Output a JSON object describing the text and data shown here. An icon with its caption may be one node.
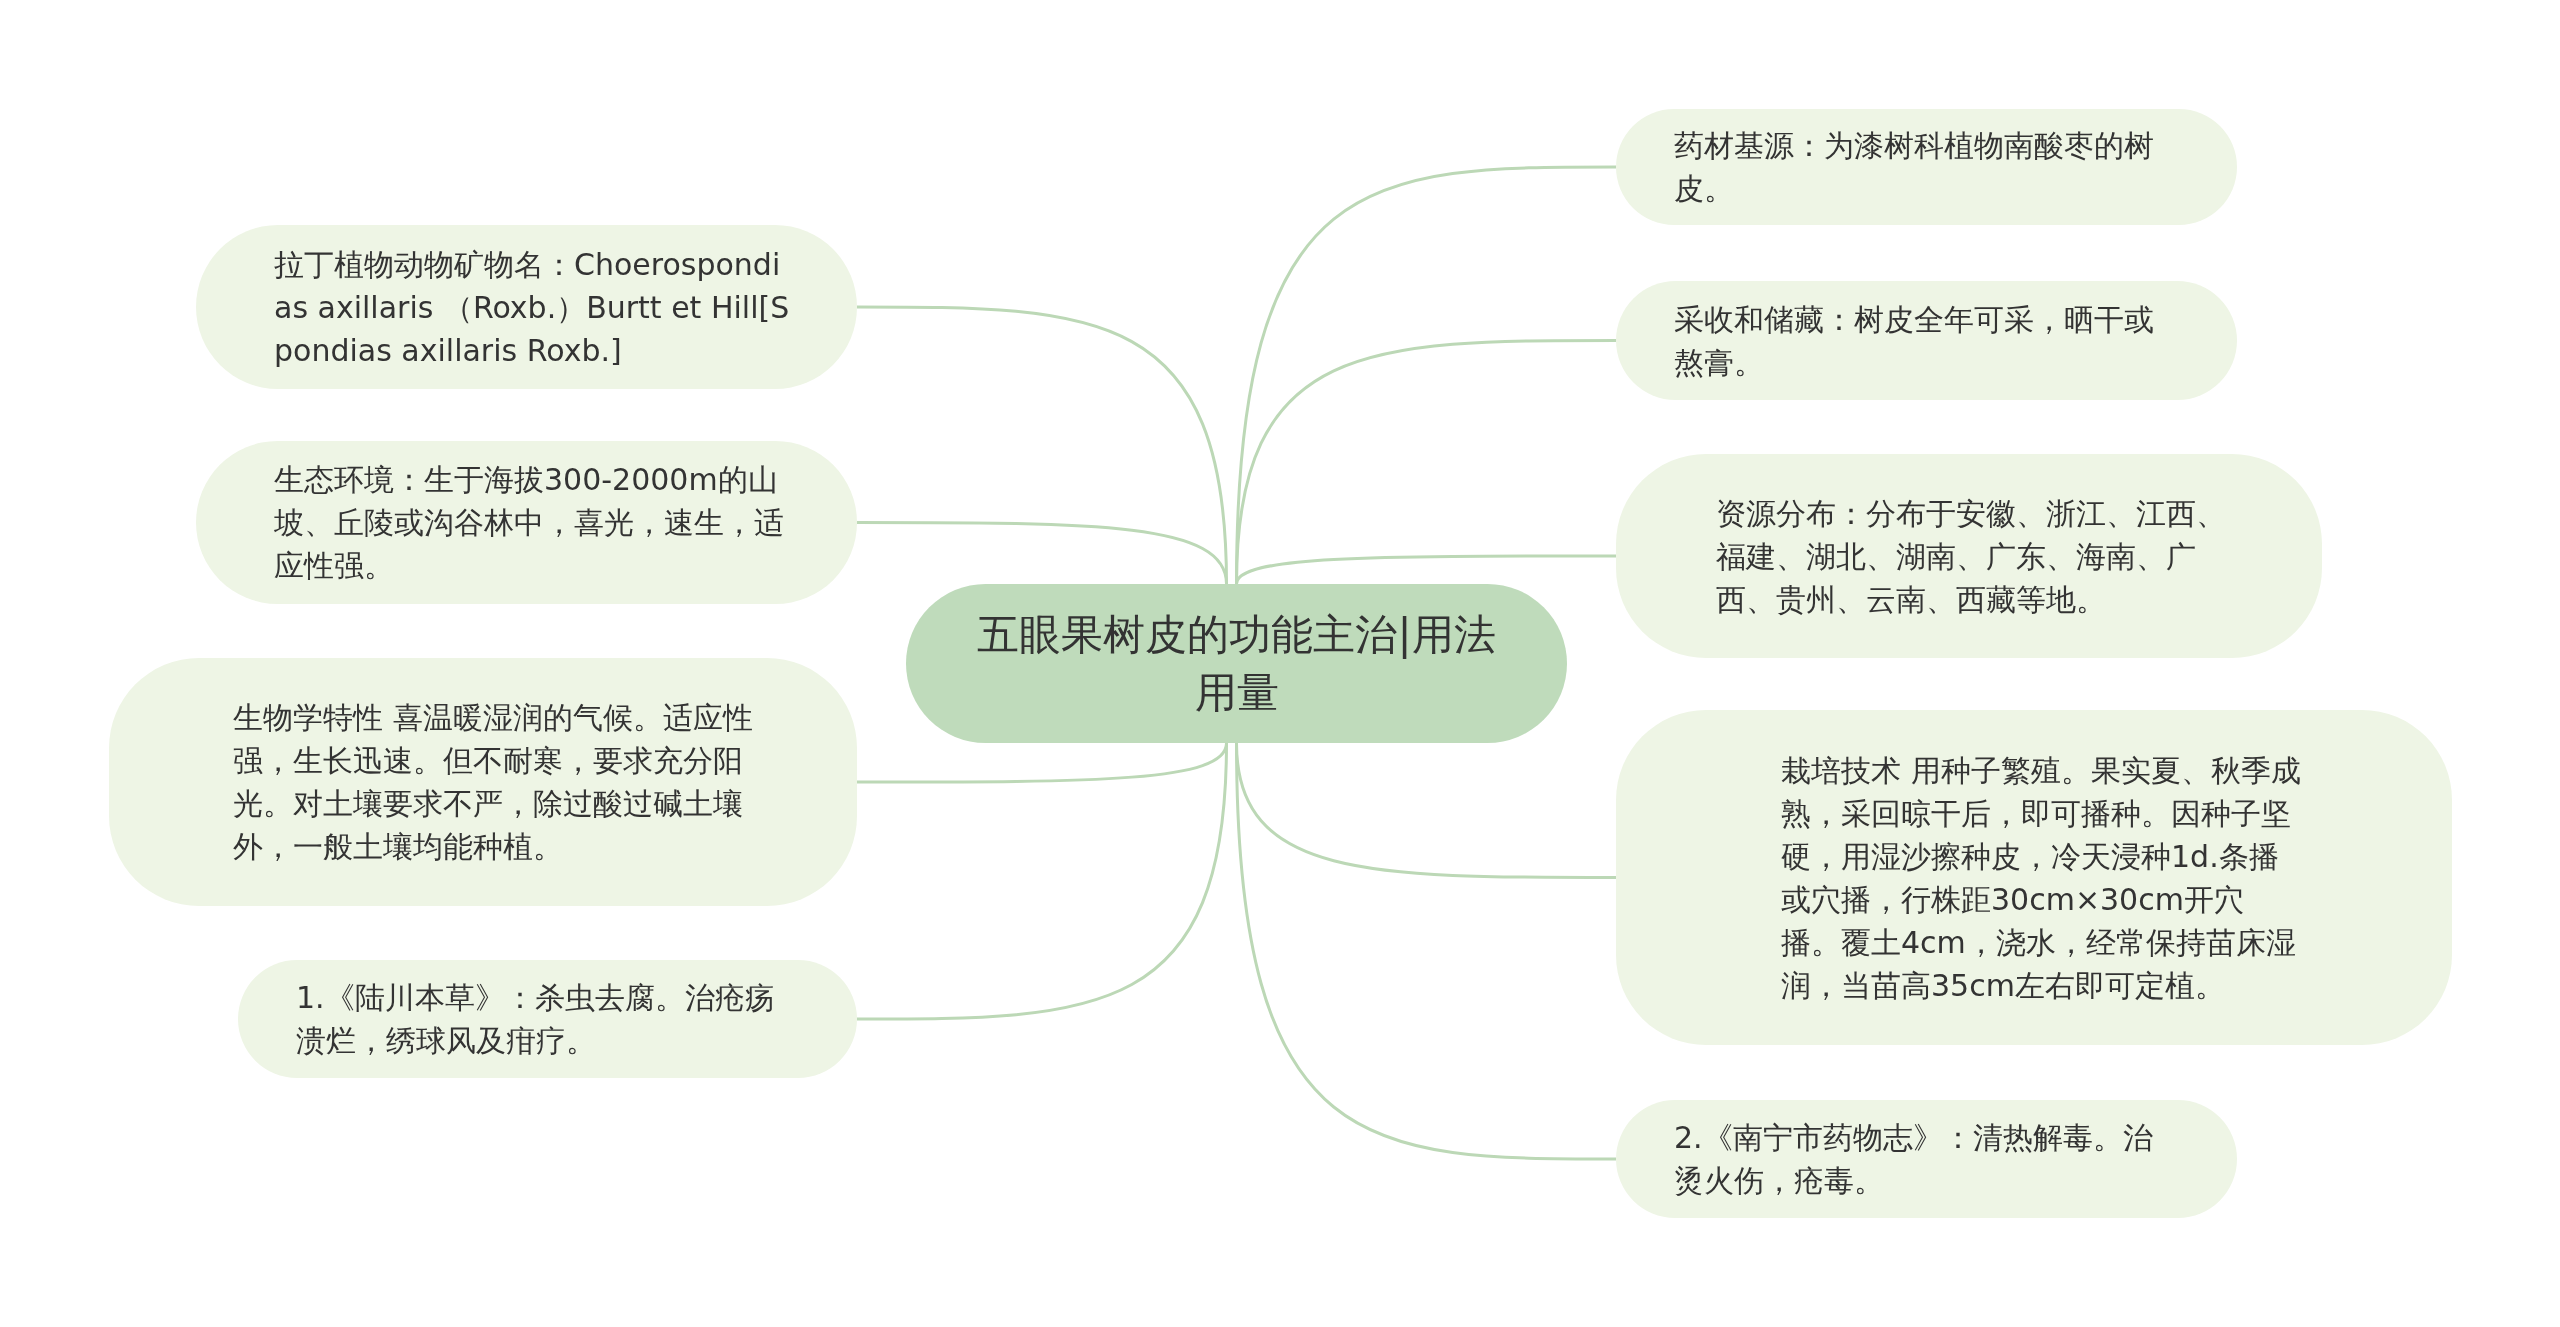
{
  "diagram": {
    "nodes": [
      {
        "text": [
          "五眼果树皮的功能主治|用法用量"
        ]
      },
      {
        "text": [
          "药材基源：为漆树科植物南酸枣的树皮。"
        ]
      },
      {
        "text": [
          "采收和储藏：树皮全年可采，晒干或熬膏。"
        ]
      },
      {
        "text": [
          "资源分布：分布于安徽、浙江、江西、福建、湖北、湖南、广东、海南、广西、贵州、云南、西藏等地。"
        ]
      },
      {
        "text": [
          "栽培技术 用种子繁殖。果实夏、秋季成熟，采回晾干后，即可播种。因种子坚硬，用湿沙擦种皮，冷天浸种1d.条播或穴播，行株距30cm×30cm开穴播。覆土4cm，浇水，经常保持苗床湿润，当苗高35cm左右即可定植。"
        ]
      },
      {
        "text": [
          "2.《南宁市药物志》：清热解毒。治烫火伤，疮毒。"
        ]
      },
      {
        "text": [
          "拉丁植物动物矿物名：Choerospondias axillaris （Roxb.）Burtt et Hill[Spondias axillaris Roxb.]"
        ]
      },
      {
        "text": [
          "生态环境：生于海拔300-2000m的山坡、丘陵或沟谷林中，喜光，速生，适应性强。"
        ]
      },
      {
        "text": [
          "生物学特性 喜温暖湿润的气候。适应性强，生长迅速。但不耐寒，要求充分阳光。对土壤要求不严，除过酸过碱土壤外，一般土壤均能种植。"
        ]
      },
      {
        "text": [
          "1.《陆川本草》：杀虫去腐。治疮疡溃烂，绣球风及疳疗。"
        ]
      }
    ],
    "edges": [
      {
        "from": 0,
        "to": 1,
        "arrow": "none"
      },
      {
        "from": 0,
        "to": 2,
        "arrow": "none"
      },
      {
        "from": 0,
        "to": 3,
        "arrow": "none"
      },
      {
        "from": 0,
        "to": 4,
        "arrow": "none"
      },
      {
        "from": 0,
        "to": 5,
        "arrow": "none"
      },
      {
        "from": 0,
        "to": 6,
        "arrow": "none"
      },
      {
        "from": 0,
        "to": 7,
        "arrow": "none"
      },
      {
        "from": 0,
        "to": 8,
        "arrow": "none"
      },
      {
        "from": 0,
        "to": 9,
        "arrow": "none"
      }
    ]
  }
}
